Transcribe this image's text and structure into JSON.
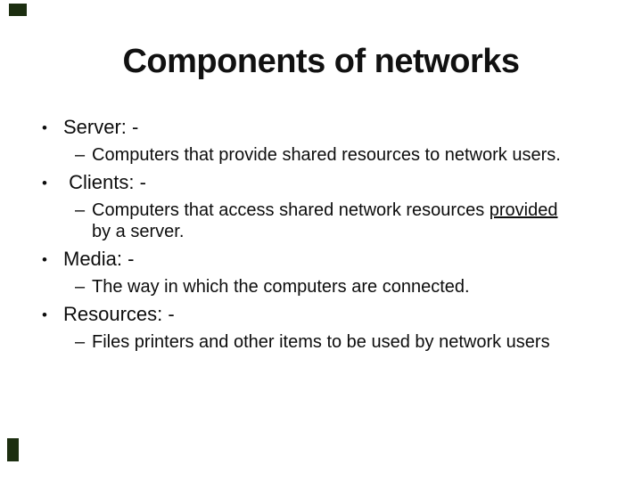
{
  "slide": {
    "title": "Components of networks",
    "decorations": {
      "top_left_color": "#1c2e10",
      "bottom_left_color": "#1c2e10"
    },
    "text_color": "#0d0d0d",
    "bullets": [
      {
        "marker": "•",
        "label": "Server: -",
        "subs": [
          {
            "marker": "–",
            "lines": [
              [
                {
                  "t": "Computers that provide shared resources to network users.",
                  "u": false
                }
              ]
            ]
          }
        ]
      },
      {
        "marker": "•",
        "label": " Clients: -",
        "subs": [
          {
            "marker": "–",
            "lines": [
              [
                {
                  "t": "Computers that access shared network resources ",
                  "u": false
                },
                {
                  "t": "provided",
                  "u": true
                }
              ],
              [
                {
                  "t": "by a server.",
                  "u": false
                }
              ]
            ]
          }
        ]
      },
      {
        "marker": "•",
        "label": "Media: -",
        "subs": [
          {
            "marker": "–",
            "lines": [
              [
                {
                  "t": "The way in which the computers are connected.",
                  "u": false
                }
              ]
            ]
          }
        ]
      },
      {
        "marker": "•",
        "label": "Resources: -",
        "subs": [
          {
            "marker": "–",
            "lines": [
              [
                {
                  "t": "Files printers and other items to be used by network users",
                  "u": false
                }
              ]
            ]
          }
        ]
      }
    ]
  }
}
